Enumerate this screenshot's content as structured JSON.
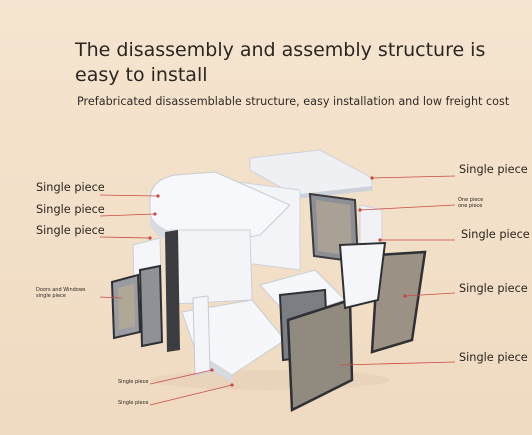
{
  "heading": {
    "title": "The disassembly and assembly structure is easy to install",
    "subtitle": "Prefabricated disassemblable structure, easy installation and low freight cost"
  },
  "labels": {
    "left_1": "Single piece",
    "left_2": "Single piece",
    "left_3": "Single piece",
    "left_doors_windows": "Doors and Windows single piece",
    "bottom_1": "Single piece",
    "bottom_2": "Single piece",
    "right_1": "Single piece",
    "right_small": "One piece one piece",
    "right_2": "Single piece",
    "right_3": "Single piece",
    "right_4": "Single piece"
  },
  "colors": {
    "background": "#f3e1cb",
    "leader_line": "#c84a44",
    "panel_white": "#f7f8fb",
    "frame_dark": "#3a3c40"
  }
}
